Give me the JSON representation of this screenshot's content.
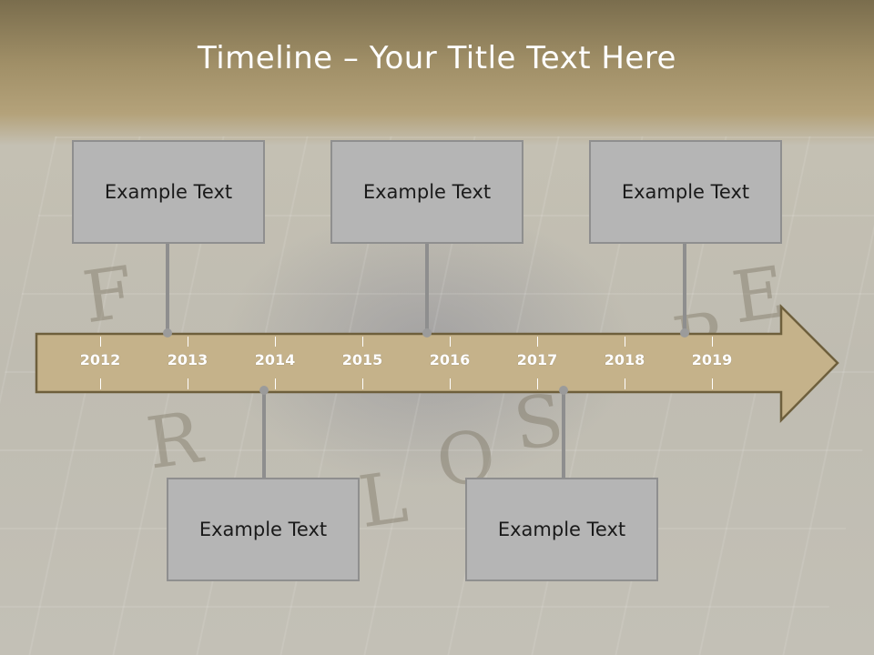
{
  "slide": {
    "title": "Timeline – Your Title Text Here"
  },
  "background": {
    "letters": [
      "F",
      "R",
      "L",
      "O",
      "S",
      "R",
      "E"
    ]
  },
  "timeline": {
    "years": [
      "2012",
      "2013",
      "2014",
      "2015",
      "2016",
      "2017",
      "2018",
      "2019"
    ],
    "arrow_color": "#c5b28a",
    "arrow_border": "#6e5f3c"
  },
  "events_top": [
    {
      "label": "Example Text"
    },
    {
      "label": "Example Text"
    },
    {
      "label": "Example Text"
    }
  ],
  "events_bottom": [
    {
      "label": "Example Text"
    },
    {
      "label": "Example Text"
    }
  ]
}
